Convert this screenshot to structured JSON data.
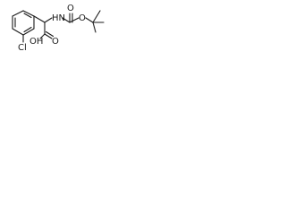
{
  "structure": {
    "labels": {
      "nh": "HN",
      "oxygen_top": "O",
      "oxygen_ester": "O",
      "oxygen_acid_double": "O",
      "hydroxyl": "OH",
      "chlorine": "Cl"
    }
  }
}
